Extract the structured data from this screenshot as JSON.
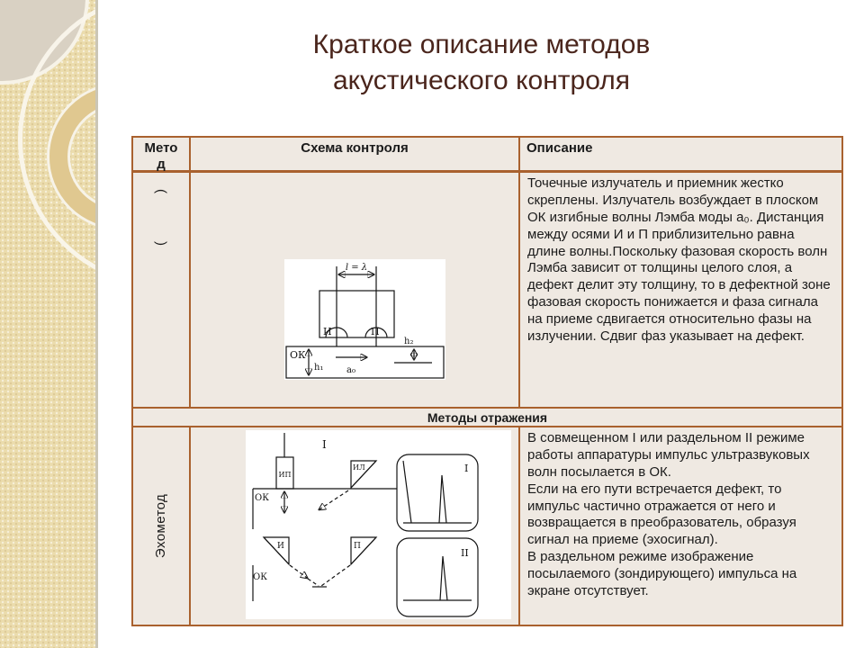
{
  "title": "Краткое описание методов\nакустического контроля",
  "table": {
    "header": {
      "method": "Метод",
      "scheme": "Схема контроля",
      "description": "Описание"
    },
    "row1": {
      "method_mark_top": "(",
      "method_mark_bottom": ")",
      "description": "Точечные излучатель и приемник жестко скреплены. Излучатель возбуждает в плоском ОК изгибные волны Лэмба моды a₀. Дистанция между осями И и П приблизительно равна длине волны.Поскольку фазовая скорость волн Лэмба зависит от толщины целого слоя, а дефект делит эту толщину, то в дефектной зоне фазовая скорость понижается и фаза сигнала на приеме сдвигается относительно фазы на излучении. Сдвиг фаз указывает на дефект.",
      "diagram": {
        "wavelength": "l = λ",
        "emitter": "И",
        "receiver": "П",
        "object": "ОК",
        "h1": "h₁",
        "a0": "a₀",
        "h2": "h₂"
      }
    },
    "band": "Методы отражения",
    "row2": {
      "method": "Эхометод",
      "description": "В совмещенном I или раздельном II режиме работы аппаратуры импульс ультразвуковых волн посылается в ОК.\nЕсли на его пути встречается дефект, то импульс частично отражается от него и возвращается в преобразователь, образуя сигнал на приеме (эхосигнал).\nВ раздельном режиме изображение посылаемого (зондирующего) импульса на экране отсутствует.",
      "diagram": {
        "mode1": "I",
        "probe": "ИП",
        "wedge": "ИЛ",
        "object_top": "ОК",
        "screen1": "I",
        "emitter": "И",
        "receiver": "П",
        "object_bottom": "ОК",
        "screen2": "II"
      }
    }
  },
  "colors": {
    "table_border": "#A9612E",
    "cell_background": "#EFE9E2",
    "title_text": "#4A251C",
    "sidebar_background": "#EBDCAD"
  }
}
